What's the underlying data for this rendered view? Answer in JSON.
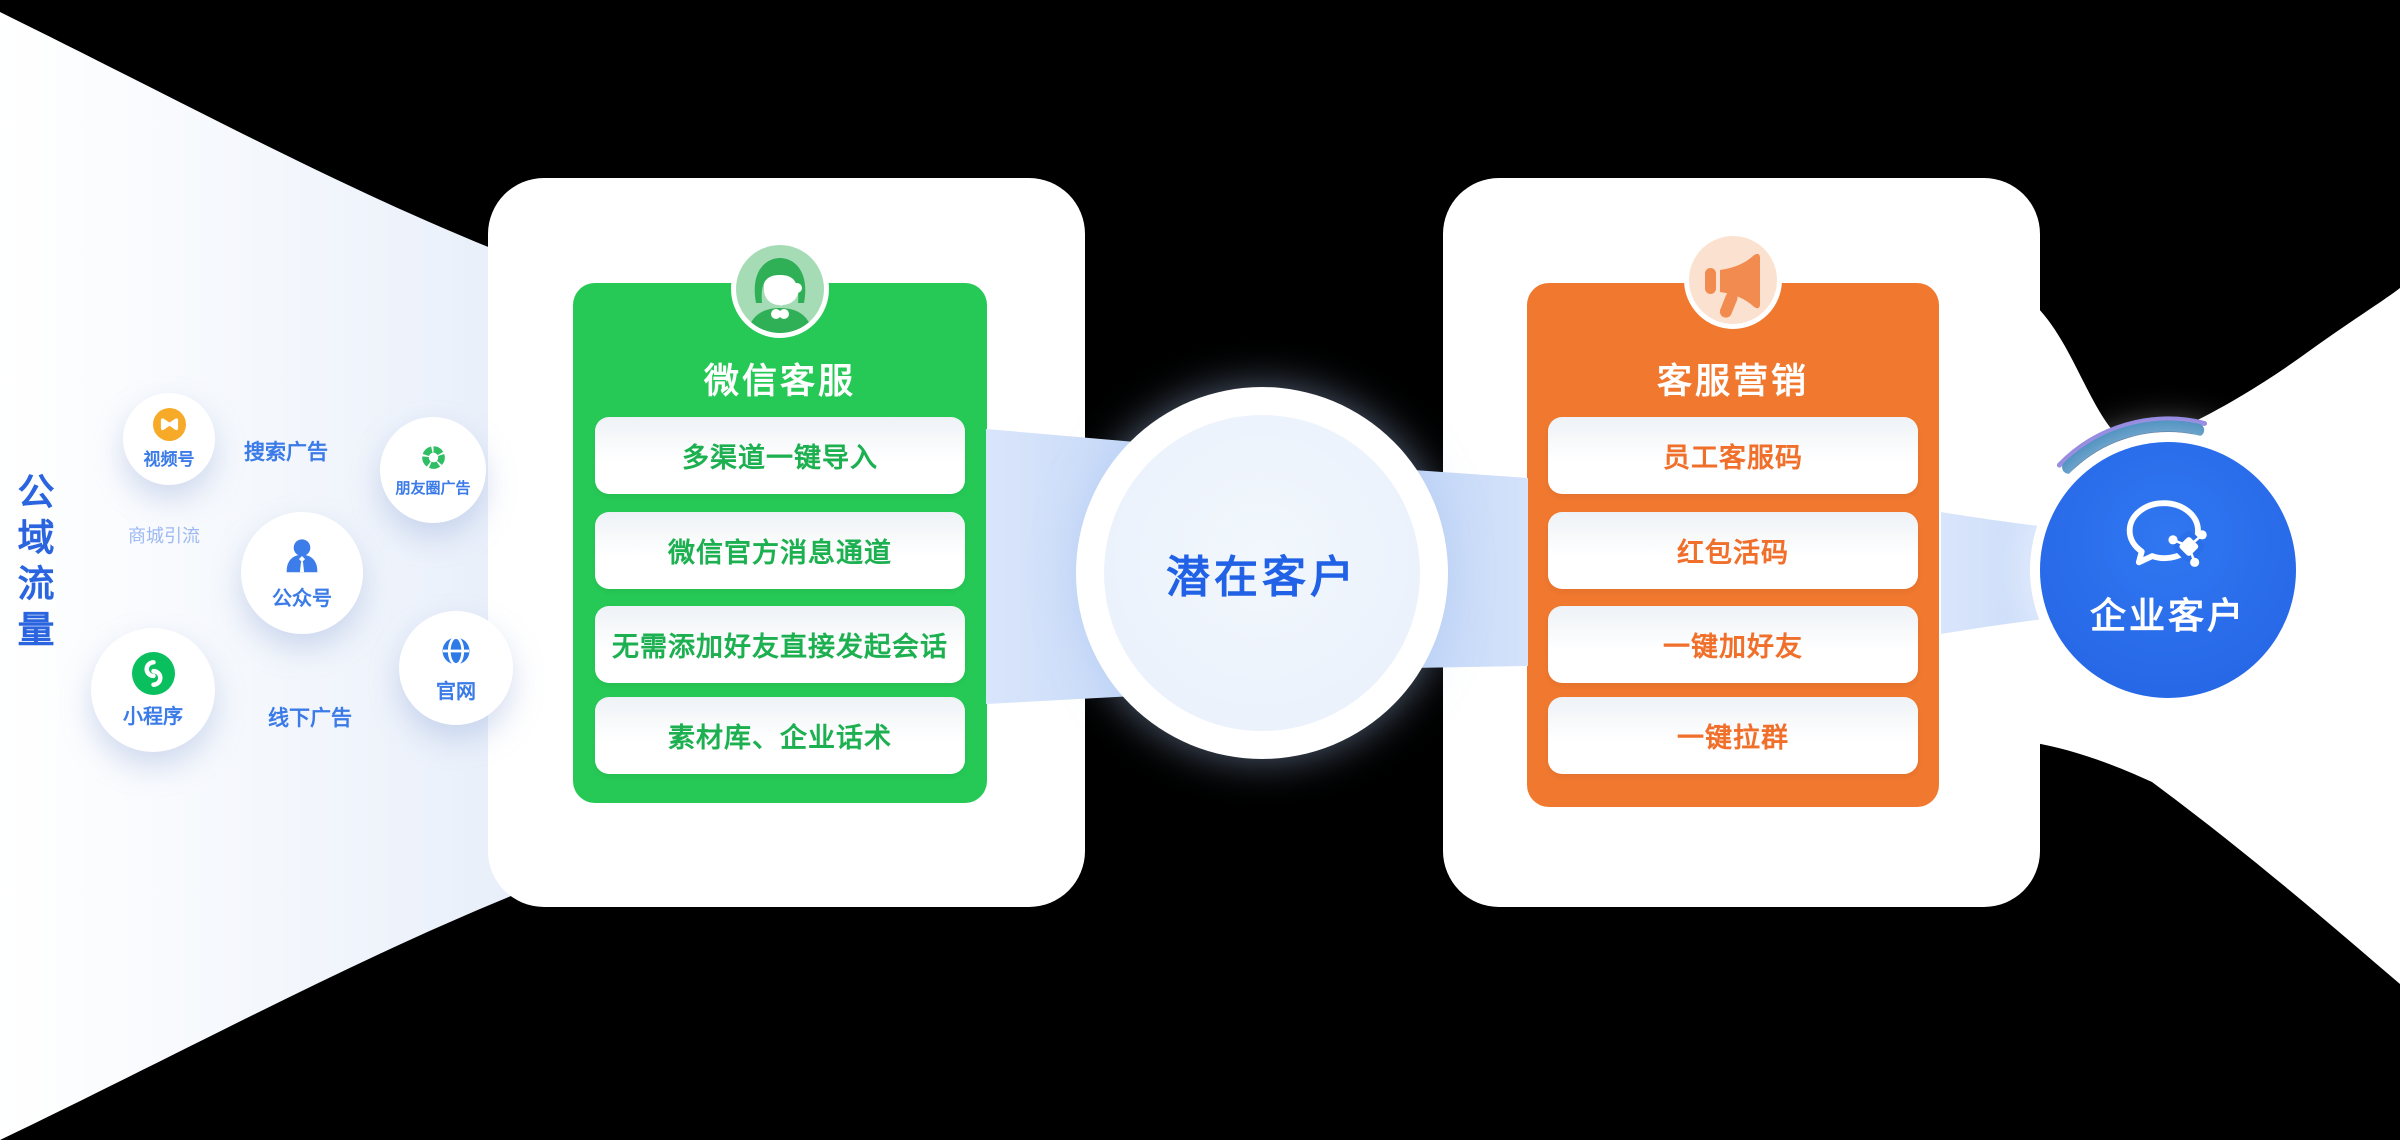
{
  "funnel": {
    "label": "公域流量"
  },
  "sources": {
    "shipinhao": {
      "label": "视频号",
      "icon": "channels-icon"
    },
    "search_ads": {
      "label": "搜索广告"
    },
    "mall": {
      "label": "商城引流"
    },
    "official_account": {
      "label": "公众号",
      "icon": "official-account-icon"
    },
    "moments_ads": {
      "label": "朋友圈广告",
      "icon": "moments-ads-aperture-icon"
    },
    "miniprogram": {
      "label": "小程序",
      "icon": "miniprogram-icon"
    },
    "offline_ads": {
      "label": "线下广告"
    },
    "website": {
      "label": "官网",
      "icon": "website-globe-icon"
    }
  },
  "wechat_card": {
    "title": "微信客服",
    "icon": "customer-service-avatar-icon",
    "items": [
      "多渠道一键导入",
      "微信官方消息通道",
      "无需添加好友直接发起会话",
      "素材库、企业话术"
    ]
  },
  "center_node": {
    "label": "潜在客户"
  },
  "marketing_card": {
    "title": "客服营销",
    "icon": "megaphone-icon",
    "items": [
      "员工客服码",
      "红包活码",
      "一键加好友",
      "一键拉群"
    ]
  },
  "result_node": {
    "label": "企业客户",
    "icon": "wecom-icon"
  },
  "colors": {
    "background": "#000000",
    "accent_blue": "#2A64DF",
    "wechat_green": "#26C956",
    "green_item_text": "#1DB050",
    "marketing_orange": "#F0782F",
    "orange_item_text": "#F0702B",
    "wecom_blue": "#2A6FE9",
    "ribbon_blue": "#BAD2F8",
    "funnel_light": "#E2EAF8",
    "channels_yellow": "#F7A928",
    "miniprogram_green": "#09BF5E",
    "globe_blue": "#2E7BE8"
  }
}
